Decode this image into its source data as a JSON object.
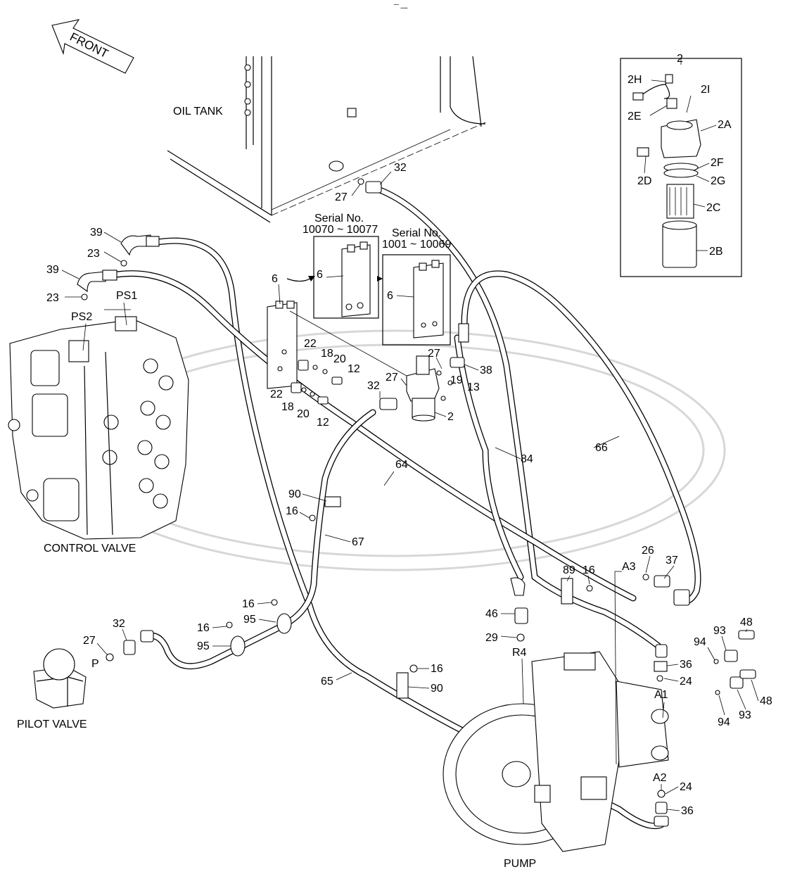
{
  "header": {
    "mark": "‾‾ —"
  },
  "front_label": "FRONT",
  "assemblies": {
    "oil_tank": "OIL TANK",
    "control_valve": "CONTROL VALVE",
    "pilot_valve": "PILOT VALVE",
    "pump": "PUMP"
  },
  "serial_notes": {
    "a_title": "Serial No.",
    "a_range": "10070 ~ 10077",
    "b_title": "Serial No.",
    "b_range": "1001 ~ 10069"
  },
  "ports": {
    "ps1": "PS1",
    "ps2": "PS2",
    "p": "P",
    "r4": "R4",
    "a1": "A1",
    "a2": "A2",
    "a3": "A3"
  },
  "callouts": {
    "c2_top": "2",
    "c2H": "2H",
    "c2I": "2I",
    "c2E": "2E",
    "c2A": "2A",
    "c2F": "2F",
    "c2D": "2D",
    "c2G": "2G",
    "c2C": "2C",
    "c2B": "2B",
    "c32_tank": "32",
    "c27_tank": "27",
    "c39_a": "39",
    "c23_a": "23",
    "c39_b": "39",
    "c23_b": "23",
    "c6_a": "6",
    "c6_b": "6",
    "c6_c": "6",
    "c22_a": "22",
    "c18_a": "18",
    "c20_a": "20",
    "c12_a": "12",
    "c22_b": "22",
    "c18_b": "18",
    "c20_b": "20",
    "c12_b": "12",
    "c27_f1": "27",
    "c38": "38",
    "c27_f2": "27",
    "c32_f": "32",
    "c19": "19",
    "c13": "13",
    "c2_f": "2",
    "c84": "84",
    "c66": "66",
    "c64": "64",
    "c90_a": "90",
    "c16_a": "16",
    "c67": "67",
    "c26": "26",
    "c37": "37",
    "c89": "89",
    "c16_b": "16",
    "c46": "46",
    "c29": "29",
    "c16_c": "16",
    "c95_a": "95",
    "c16_d": "16",
    "c95_b": "95",
    "c32_p": "32",
    "c27_p": "27",
    "c48_a": "48",
    "c93_a": "93",
    "c94_a": "94",
    "c36_a": "36",
    "c24_a": "24",
    "c93_b": "93",
    "c48_b": "48",
    "c94_b": "94",
    "c65": "65",
    "c16_e": "16",
    "c90_b": "90",
    "c24_b": "24",
    "c36_b": "36"
  }
}
